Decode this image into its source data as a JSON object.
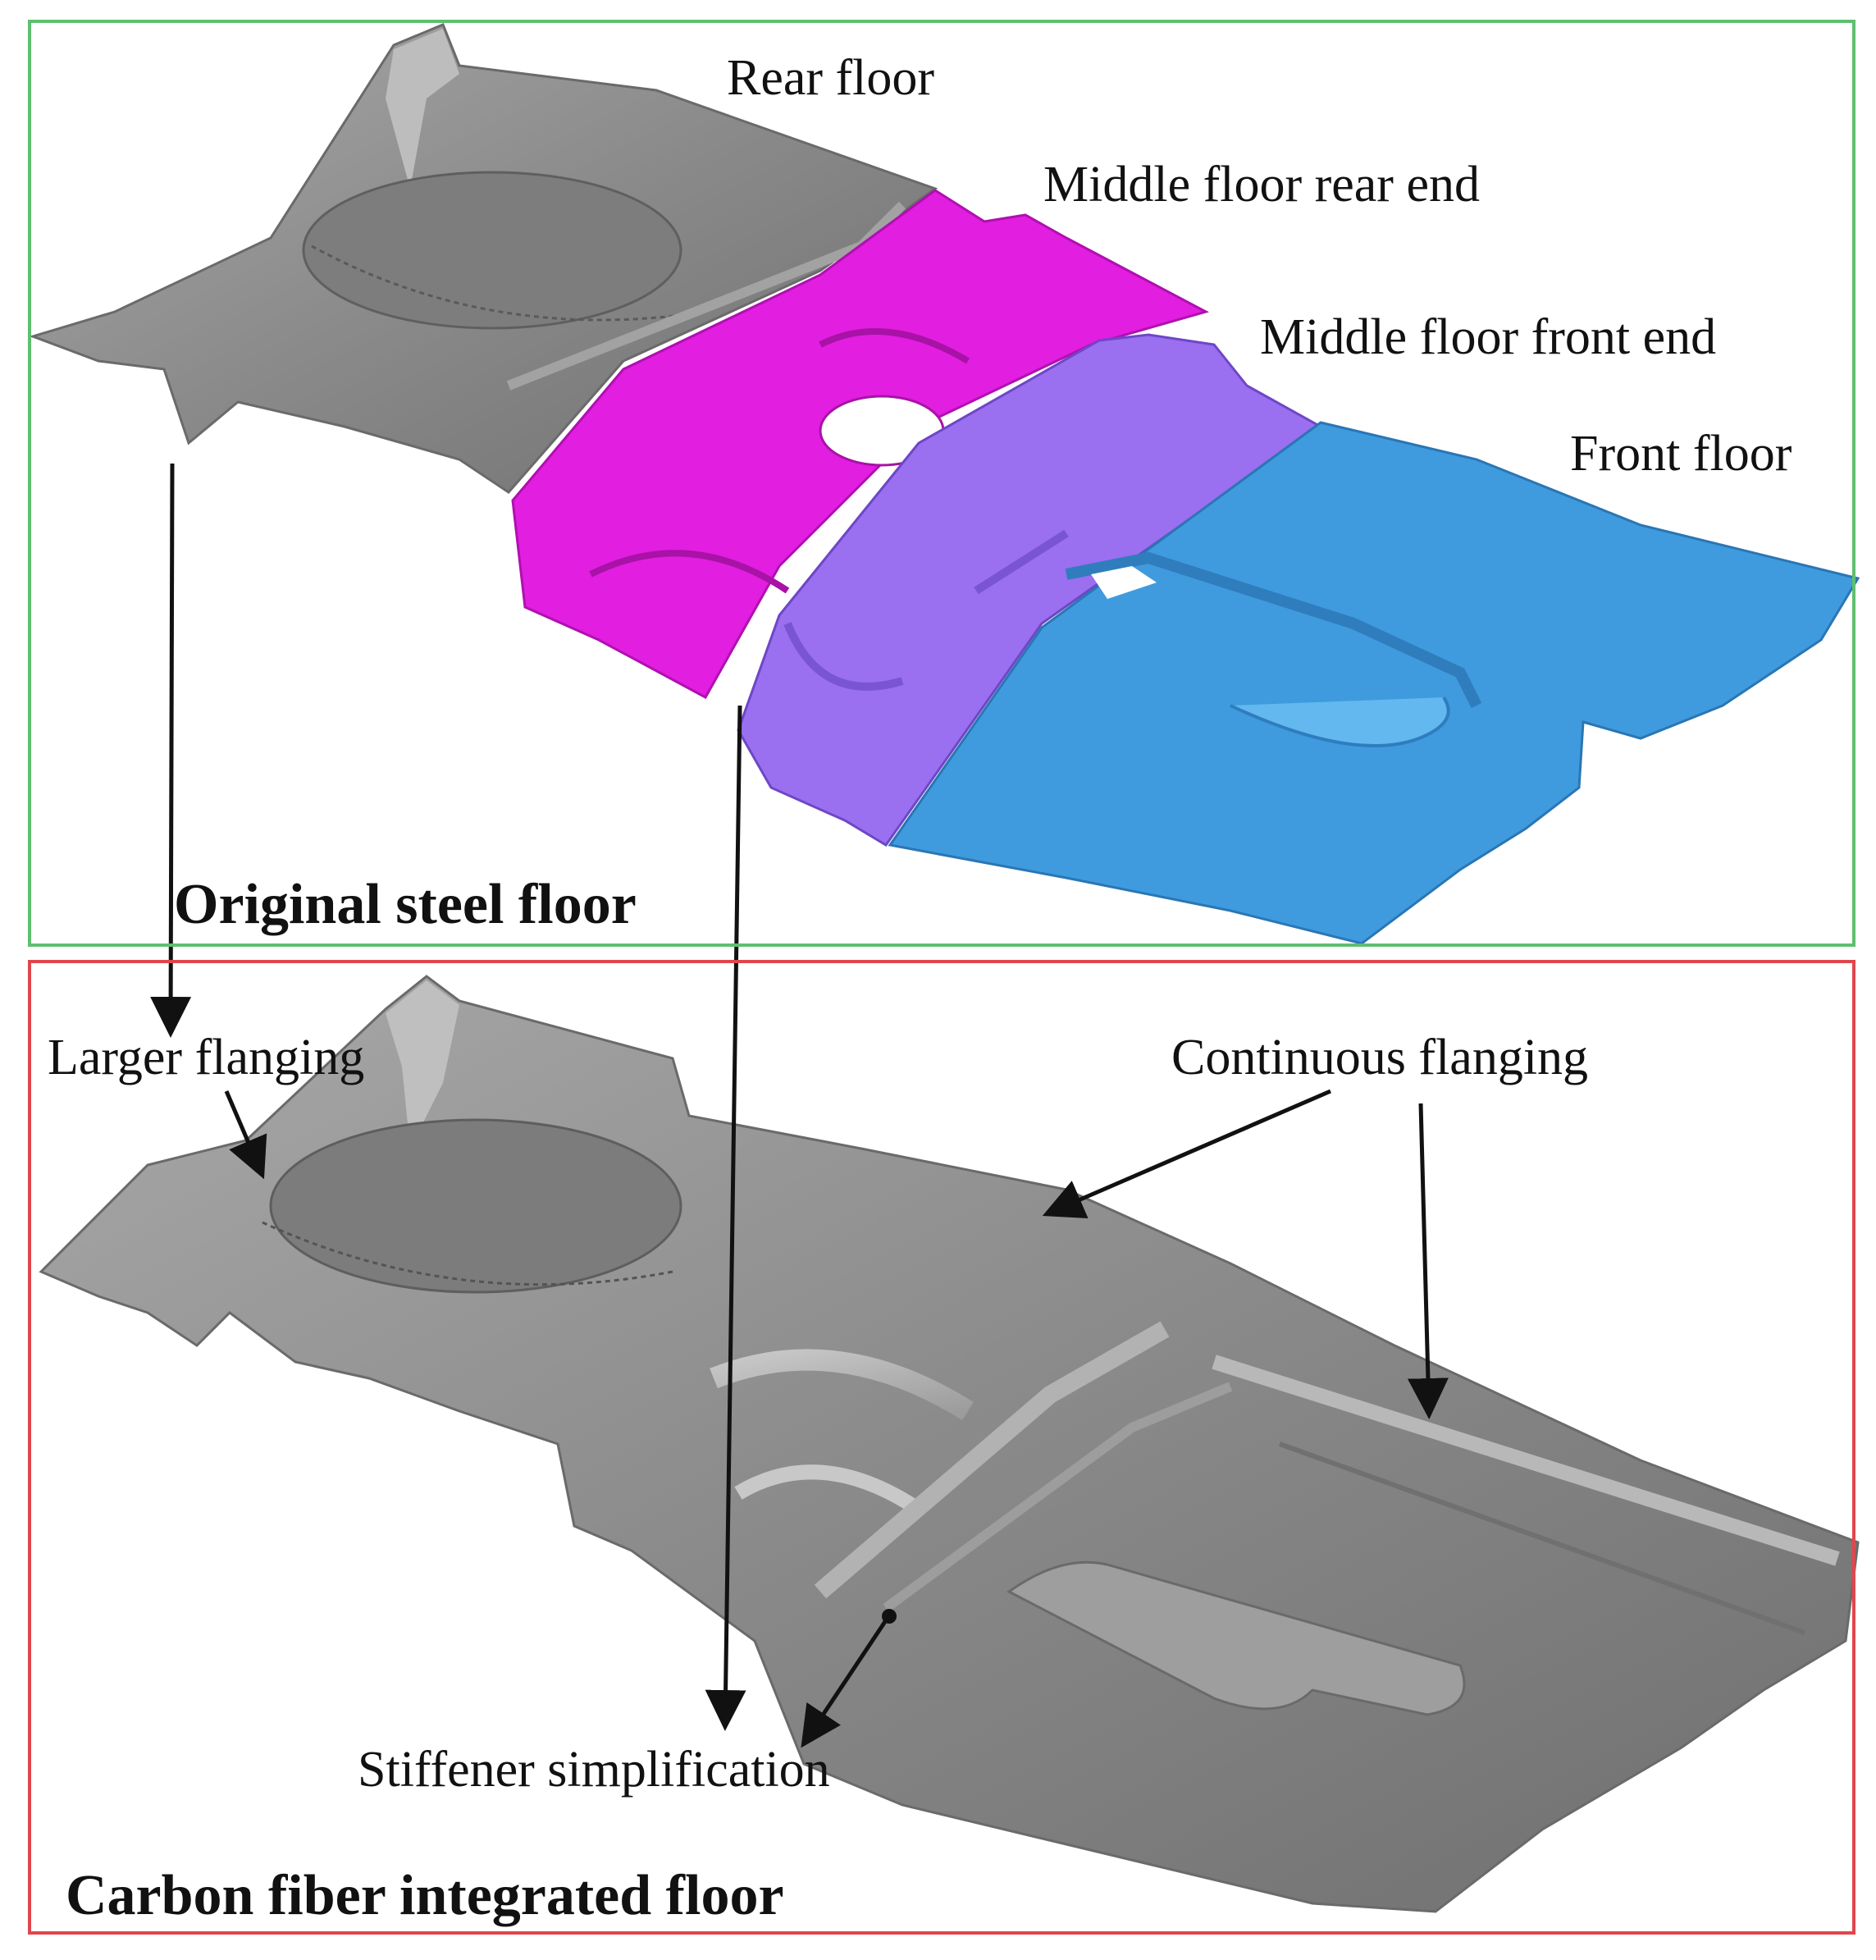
{
  "panels": {
    "top": {
      "title": "Original steel floor",
      "border_color": "#5fbf6e",
      "parts": [
        {
          "label": "Rear floor",
          "color": "#8c8c8c"
        },
        {
          "label": "Middle floor rear end",
          "color": "#e21ee0"
        },
        {
          "label": "Middle floor front end",
          "color": "#9a6ff0"
        },
        {
          "label": "Front floor",
          "color": "#3f9bde"
        }
      ]
    },
    "bottom": {
      "title": "Carbon fiber integrated floor",
      "border_color": "#e0474c",
      "callouts": [
        {
          "label": "Larger flanging"
        },
        {
          "label": "Continuous flanging"
        },
        {
          "label": "Stiffener simplification"
        }
      ]
    }
  }
}
